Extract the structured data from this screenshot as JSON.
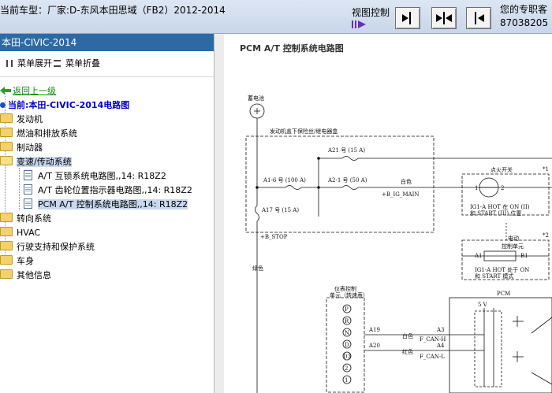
{
  "topbar": {
    "car_title": "当前车型：厂家:D-东风本田思域（FB2）2012-2014",
    "view_control_label": "视图控制",
    "user_line1": "您的专职客",
    "user_line2": "87038205"
  },
  "left_panel": {
    "header": "本田-CIVIC-2014",
    "expand_label": "菜单展开",
    "collapse_label": "菜单折叠",
    "back_label": "返回上一级",
    "current_label": "当前:本田-CIVIC-2014电路图",
    "tree": [
      {
        "label": "发动机"
      },
      {
        "label": "燃油和排放系统"
      },
      {
        "label": "制动器"
      },
      {
        "label": "变速/传动系统"
      },
      {
        "label": "A/T 互锁系统电路图,,14: R18Z2"
      },
      {
        "label": "A/T 齿轮位置指示器电路图,,14: R18Z2"
      },
      {
        "label": "PCM A/T 控制系统电路图,,14: R18Z2"
      },
      {
        "label": "转向系统"
      },
      {
        "label": "HVAC"
      },
      {
        "label": "行驶支持和保护系统"
      },
      {
        "label": "车身"
      },
      {
        "label": "其他信息"
      }
    ]
  },
  "diagram": {
    "title": "PCM A/T 控制系统电路图",
    "labels": {
      "battery": "蓄电池",
      "fusebox": "发动机盖下保险丝/继电器盒",
      "a21": "A21 号 (15 A)",
      "a16": "A1-6 号 (100 A)",
      "a21b": "A2-1 号 (50 A)",
      "a17": "A17 号 (15 A)",
      "white": "白色",
      "bigmain": "+B_IG_MAIN",
      "bstop": "+B_STOP",
      "green": "绿色",
      "ignition": "点火开关",
      "ig1": "IG1-A HOT 在 ON (II)",
      "start": "和 START (III) 位置",
      "elec1": "电动",
      "elec2": "控制单元",
      "a1": "A1",
      "b1": "B1",
      "ig1b": "IG1-A HOT 处于 ON",
      "startb": "和 START 模式",
      "meter1": "仪表控制",
      "meter2": "单元（转速表）",
      "gears": [
        "P",
        "R",
        "N",
        "D",
        "D3",
        "2",
        "1"
      ],
      "a19": "A19",
      "a20": "A20",
      "white2": "白色",
      "red": "红色",
      "a3": "A3",
      "a4": "A4",
      "fcanh": "F_CAN-H",
      "fcanl": "F_CAN-L",
      "pcm": "PCM",
      "sv": "5 V",
      "note1": "*1",
      "note2": "*2",
      "sw1": "1",
      "sw2": "2"
    }
  },
  "colors": {
    "header_blue": "#2d6aa5",
    "back_green": "#0a8a0a",
    "current_blue": "#0000cc"
  }
}
